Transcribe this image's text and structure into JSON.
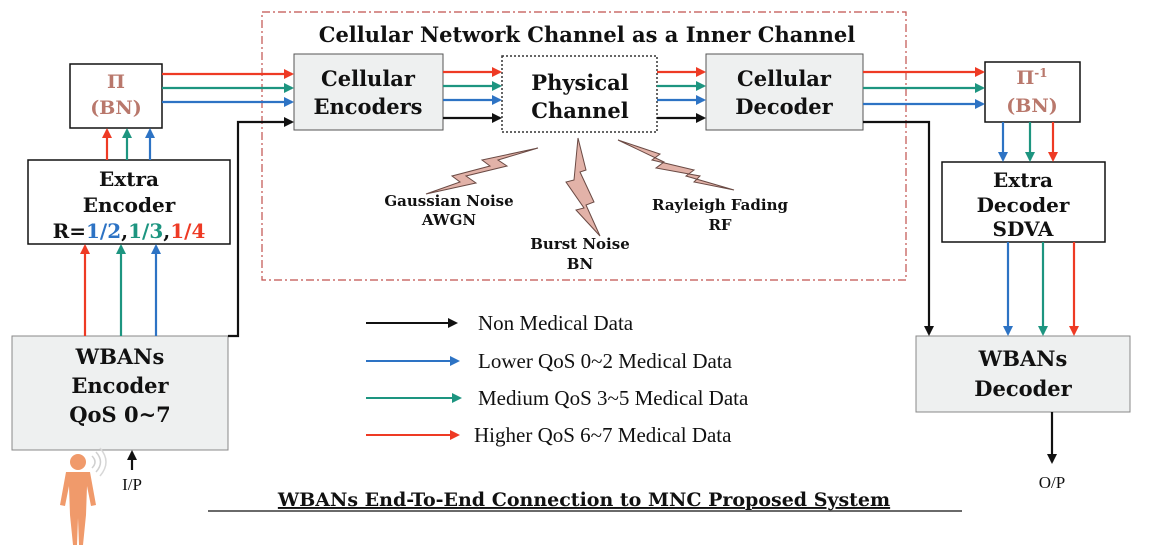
{
  "colors": {
    "higher": "#ee3a24",
    "medium": "#1d9580",
    "lower": "#2d73c4",
    "nonmedical": "#111111",
    "noise": "#e2b2a8",
    "accent_text": "#b9786c",
    "box_fill": "#eef0f0",
    "channel_border": "#c0504d"
  },
  "diagram": {
    "channel_title": "Cellular Network Channel as a Inner Channel",
    "interleaver": {
      "line1": "Π",
      "line2": "(BN)"
    },
    "deinterleaver": {
      "line1": "Π",
      "sup": "-1",
      "line2": "(BN)"
    },
    "cellular_encoders": {
      "line1": "Cellular",
      "line2": "Encoders"
    },
    "physical_channel": {
      "line1": "Physical",
      "line2": "Channel"
    },
    "cellular_decoder": {
      "line1": "Cellular",
      "line2": "Decoder"
    },
    "extra_encoder": {
      "line1": "Extra",
      "line2": "Encoder",
      "rate_prefix": "R=",
      "r1": "1/2",
      "c1": ",",
      "r2": "1/3",
      "c2": ",",
      "r3": "1/4"
    },
    "extra_decoder": {
      "line1": "Extra",
      "line2": "Decoder",
      "line3": "SDVA"
    },
    "wbans_encoder": {
      "line1": "WBANs",
      "line2": "Encoder",
      "line3": "QoS 0~7"
    },
    "wbans_decoder": {
      "line1": "WBANs",
      "line2": "Decoder"
    },
    "noise": {
      "gaussian_line1": "Gaussian Noise",
      "gaussian_line2": "AWGN",
      "burst_line1": "Burst Noise",
      "burst_line2": "BN",
      "rayleigh_line1": "Rayleigh Fading",
      "rayleigh_line2": "RF"
    },
    "input_label": "I/P",
    "output_label": "O/P",
    "bottom_title": "WBANs End-To-End Connection to MNC Proposed System"
  },
  "legend": [
    {
      "label": "Non Medical Data",
      "color": "#111111"
    },
    {
      "label": "Lower QoS 0~2 Medical Data",
      "color": "#2d73c4"
    },
    {
      "label": "Medium QoS 3~5 Medical Data",
      "color": "#1d9580"
    },
    {
      "label": "Higher QoS 6~7 Medical Data",
      "color": "#ee3a24"
    }
  ]
}
